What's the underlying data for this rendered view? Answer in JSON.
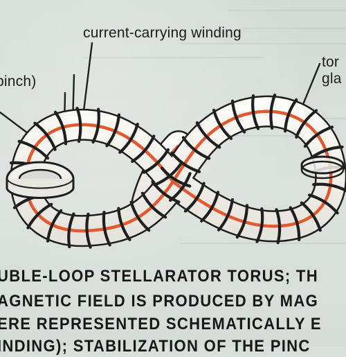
{
  "labels": {
    "winding": "current-carrying winding",
    "pinch": "pinch)",
    "torus_line1": "tor",
    "torus_line2": "gla"
  },
  "caption": [
    "UBLE-LOOP STELLARATOR TORUS; TH",
    "AGNETIC FIELD IS PRODUCED BY MAG",
    "ERE REPRESENTED SCHEMATICALLY E",
    "INDING); STABILIZATION OF THE PINC"
  ],
  "colors": {
    "background": "#d9dfda",
    "tube_fill": "#f3f2ec",
    "tube_outline": "#1e1e1e",
    "plasma_line": "#e2582f",
    "winding": "#1f1f1f",
    "text": "#171717"
  },
  "icons": {
    "figure": "figure-eight-torus"
  }
}
